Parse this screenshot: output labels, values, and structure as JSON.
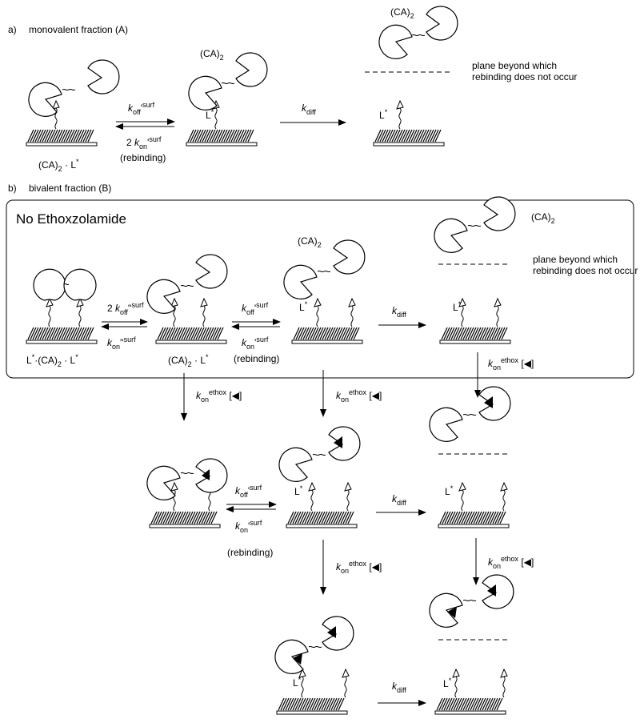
{
  "sections": {
    "a_label": "a)",
    "a_title": "monovalent fraction (A)",
    "b_label": "b)",
    "b_title": "bivalent fraction (B)",
    "box_title": "No Ethoxzolamide"
  },
  "species": {
    "ca2": "(CA)",
    "ca2_sub": "2",
    "ligand": "L",
    "ligand_sup": "*",
    "complex_a": "(CA)",
    "complex_a_sub": "2",
    "complex_a_rest": " · L",
    "complex_b_left": "L",
    "complex_b_mid": "·(CA)",
    "complex_b_sub": "2",
    "complex_b_rest": " · L",
    "complex_c": "(CA)",
    "complex_c_sub": "2",
    "complex_c_rest": " · L"
  },
  "notes": {
    "plane_line1": "plane beyond which",
    "plane_line2": "rebinding does not occur",
    "rebinding": "(rebinding)"
  },
  "rates": {
    "k": "k",
    "off": "off",
    "on": "on",
    "diff": "diff",
    "ethox": "ethox",
    "surf": "surf",
    "prime1": "'",
    "prime2": "''",
    "two": "2 "
  }
}
